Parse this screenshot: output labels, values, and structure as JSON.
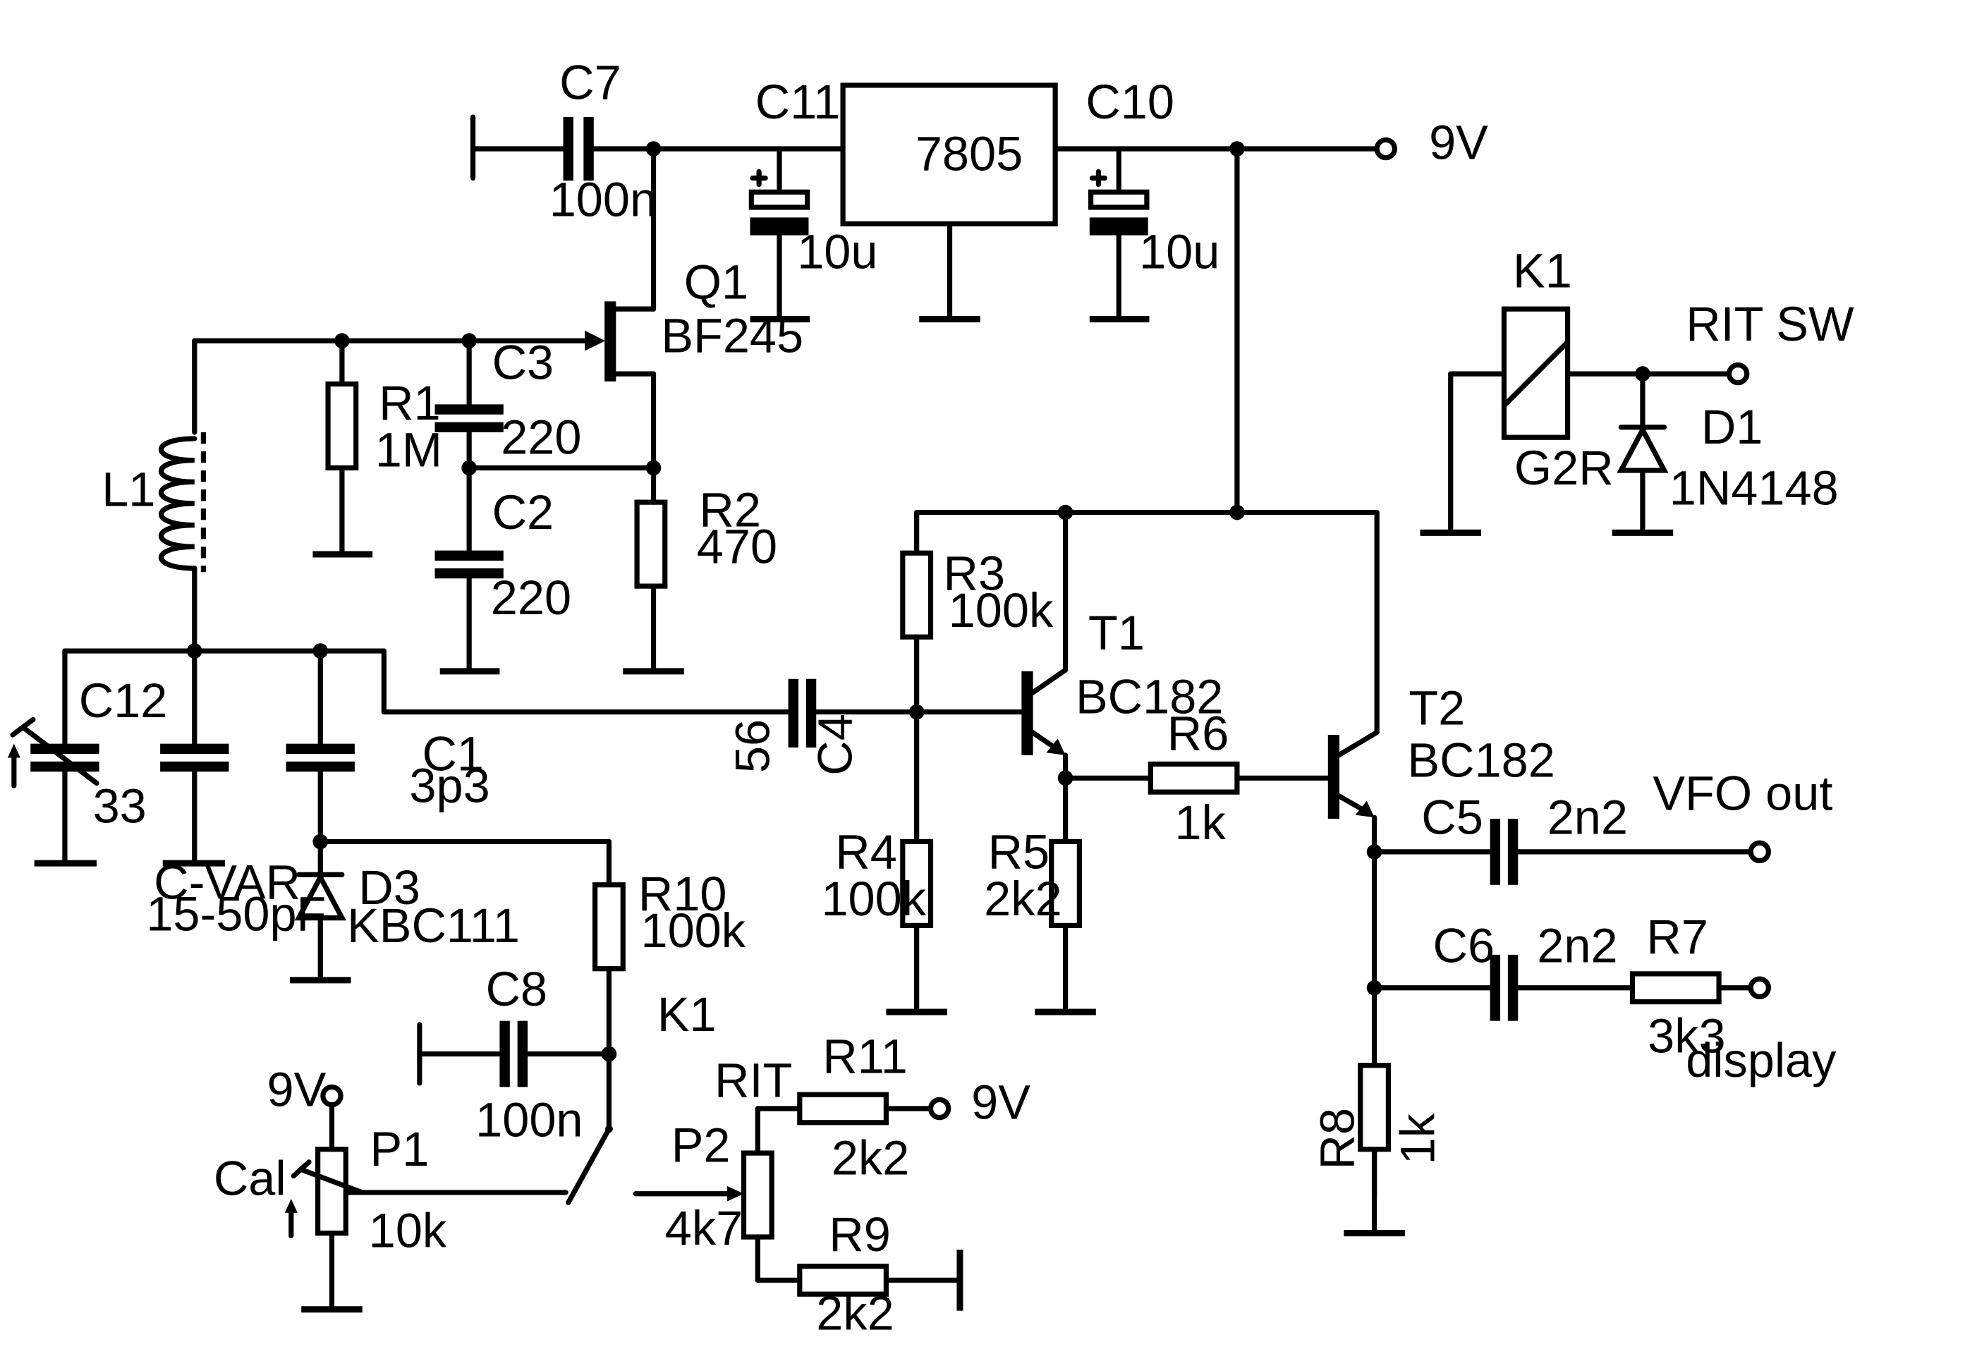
{
  "labels": {
    "c7": "C7",
    "c7_val": "100n",
    "c11": "C11",
    "c11_val": "10u",
    "reg": "7805",
    "c10": "C10",
    "c10_val": "10u",
    "v9_top": "9V",
    "q1": "Q1",
    "q1_type": "BF245",
    "r1": "R1",
    "r1_val": "1M",
    "c3": "C3",
    "c3_val": "220",
    "c2": "C2",
    "c2_val": "220",
    "r2": "R2",
    "r2_val": "470",
    "l1": "L1",
    "k1_relay": "K1",
    "k1_type": "G2R",
    "rit_sw": "RIT SW",
    "d1": "D1",
    "d1_type": "1N4148",
    "r3": "R3",
    "r3_val": "100k",
    "t1": "T1",
    "t1_type": "BC182",
    "c12": "C12",
    "c12_val": "33",
    "c1": "C1",
    "c1_val": "3p3",
    "cvar": "C-VAR",
    "cvar_val": "15-50pF",
    "c4_val": "56",
    "c4": "C4",
    "r6": "R6",
    "r6_val": "1k",
    "t2": "T2",
    "t2_type": "BC182",
    "vfo_out": "VFO out",
    "c5": "C5",
    "c5_val": "2n2",
    "r4": "R4",
    "r4_val": "100k",
    "r5": "R5",
    "r5_val": "2k2",
    "d3": "D3",
    "d3_type": "KBC111",
    "r10": "R10",
    "r10_val": "100k",
    "c6": "C6",
    "c6_val": "2n2",
    "r7": "R7",
    "r7_val": "3k3",
    "display": "display",
    "c8": "C8",
    "c8_val": "100n",
    "k1_contact": "K1",
    "rit": "RIT",
    "r11": "R11",
    "r11_val": "2k2",
    "v9_r11": "9V",
    "v9_p1": "9V",
    "cal": "Cal",
    "p1": "P1",
    "p1_val": "10k",
    "p2": "P2",
    "p2_val": "4k7",
    "r9": "R9",
    "r9_val": "2k2",
    "r8": "R8",
    "r8_val": "1k"
  }
}
